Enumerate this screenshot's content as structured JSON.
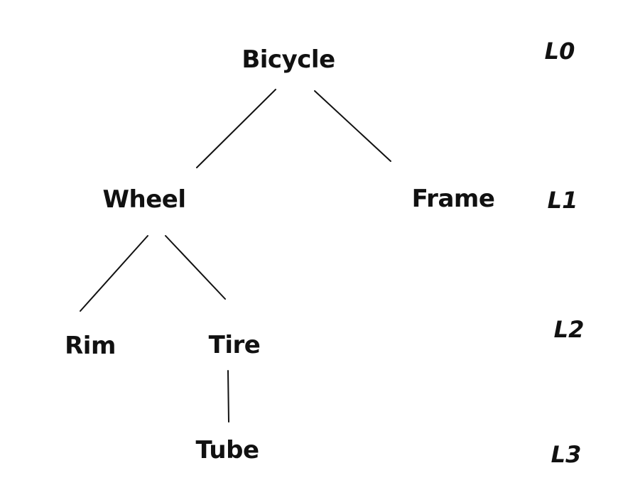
{
  "tree": {
    "nodes": [
      {
        "label": "Bicycle",
        "level": 0
      },
      {
        "label": "Wheel",
        "level": 1
      },
      {
        "label": "Frame",
        "level": 1
      },
      {
        "label": "Rim",
        "level": 2
      },
      {
        "label": "Tire",
        "level": 2
      },
      {
        "label": "Tube",
        "level": 3
      }
    ],
    "edges": [
      {
        "from": "Bicycle",
        "to": "Wheel"
      },
      {
        "from": "Bicycle",
        "to": "Frame"
      },
      {
        "from": "Wheel",
        "to": "Rim"
      },
      {
        "from": "Wheel",
        "to": "Tire"
      },
      {
        "from": "Tire",
        "to": "Tube"
      }
    ],
    "level_labels": [
      "L0",
      "L1",
      "L2",
      "L3"
    ],
    "colors": {
      "ink": "#111111",
      "background": "#ffffff"
    }
  }
}
